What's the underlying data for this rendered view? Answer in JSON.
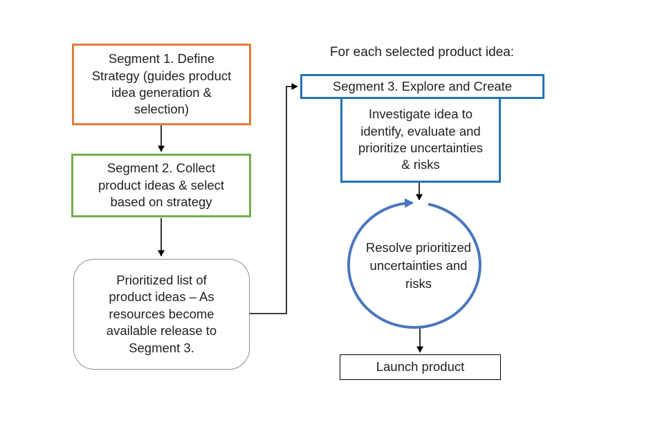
{
  "background_color": "#FFFFFF",
  "text_color": "#1F1F1F",
  "heading": {
    "label": "For each selected product idea:"
  },
  "nodes": {
    "segment1": {
      "label": "Segment 1. Define\nStrategy (guides product\nidea generation &\nselection)",
      "border_color": "#E07D3B",
      "shape": "rectangle"
    },
    "segment2": {
      "label": "Segment 2. Collect\nproduct ideas & select\nbased on strategy",
      "border_color": "#74AE4E",
      "shape": "rectangle"
    },
    "prioritized_list": {
      "label": "Prioritized list of\nproduct ideas – As\nresources become\navailable release to\nSegment 3.",
      "border_color": "#8F8F8F",
      "shape": "rounded-rectangle"
    },
    "segment3": {
      "label": "Segment 3. Explore and Create",
      "border_color": "#2373B5",
      "shape": "rectangle"
    },
    "investigate": {
      "label": "Investigate idea to\nidentify, evaluate and\nprioritize uncertainties\n& risks",
      "border_color": "#2373B5",
      "shape": "rectangle"
    },
    "resolve_loop": {
      "label": "Resolve\nprioritized\nuncertainties\nand risks",
      "stroke_color": "#4B76BC",
      "shape": "circular-arrow-loop"
    },
    "launch": {
      "label": "Launch product",
      "border_color": "#000000",
      "shape": "rectangle"
    }
  },
  "connectors": {
    "arrow_color": "#000000",
    "loop_arrow_color": "#4B76BC",
    "flow": [
      "segment1 -> segment2",
      "segment2 -> prioritized_list",
      "prioritized_list -> segment3 (elbow)",
      "investigate -> resolve_loop",
      "resolve_loop -> launch"
    ]
  }
}
